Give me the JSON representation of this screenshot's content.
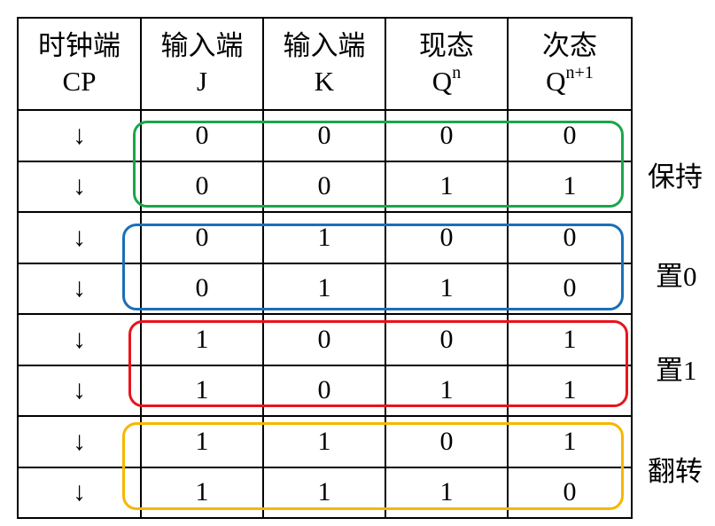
{
  "header": [
    {
      "line1": "时钟端",
      "line2": "CP",
      "sup": ""
    },
    {
      "line1": "输入端",
      "line2": "J",
      "sup": ""
    },
    {
      "line1": "输入端",
      "line2": "K",
      "sup": ""
    },
    {
      "line1": "现态",
      "line2": "Q",
      "sup": "n"
    },
    {
      "line1": "次态",
      "line2": "Q",
      "sup": "n+1"
    }
  ],
  "rows": [
    [
      "↓",
      "0",
      "0",
      "0",
      "0"
    ],
    [
      "↓",
      "0",
      "0",
      "1",
      "1"
    ],
    [
      "↓",
      "0",
      "1",
      "0",
      "0"
    ],
    [
      "↓",
      "0",
      "1",
      "1",
      "0"
    ],
    [
      "↓",
      "1",
      "0",
      "0",
      "1"
    ],
    [
      "↓",
      "1",
      "0",
      "1",
      "1"
    ],
    [
      "↓",
      "1",
      "1",
      "0",
      "1"
    ],
    [
      "↓",
      "1",
      "1",
      "1",
      "0"
    ]
  ],
  "groups": [
    {
      "label": "保持",
      "color": "#1aa64a"
    },
    {
      "label": "置0",
      "color": "#1a6fb8"
    },
    {
      "label": "置1",
      "color": "#e8141c"
    },
    {
      "label": "翻转",
      "color": "#f5b700"
    }
  ]
}
